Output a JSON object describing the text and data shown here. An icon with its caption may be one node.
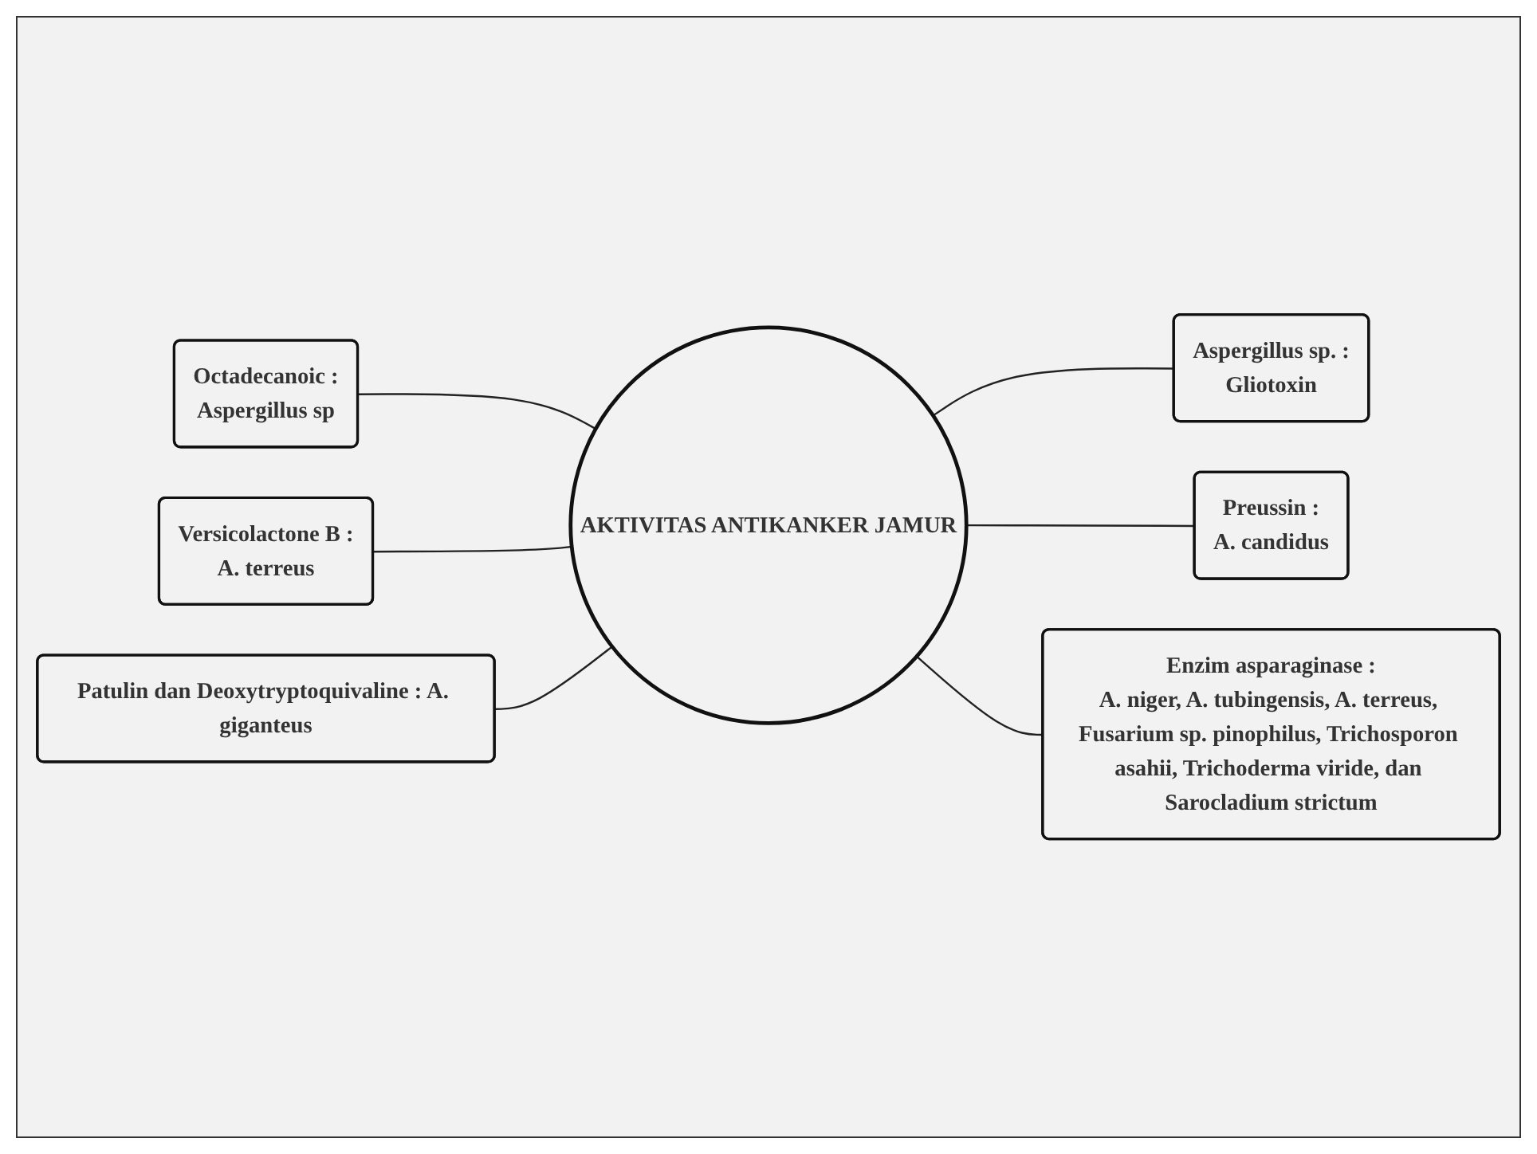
{
  "diagram": {
    "nodes": [
      {
        "text": [
          "AKTIVITAS ANTIKANKER JAMUR"
        ]
      },
      {
        "text": [
          "Octadecanoic :",
          "Aspergillus sp"
        ]
      },
      {
        "text": [
          "Aspergillus sp. :",
          "Gliotoxin"
        ]
      },
      {
        "text": [
          "Versicolactone B :",
          "A. terreus"
        ]
      },
      {
        "text": [
          "Preussin :",
          "A. candidus"
        ]
      },
      {
        "text": [
          "Patulin dan Deoxytryptoquivaline : A. giganteus"
        ]
      },
      {
        "text": [
          "Enzim asparaginase :",
          "A. niger, A. tubingensis, A. terreus, Fusarium sp. pinophilus, Trichosporon asahii, Trichoderma viride, dan Sarocladium strictum"
        ]
      }
    ],
    "edges": [
      {
        "from": 1,
        "to": 0,
        "arrow": "none"
      },
      {
        "from": 0,
        "to": 2,
        "arrow": "none"
      },
      {
        "from": 3,
        "to": 0,
        "arrow": "none"
      },
      {
        "from": 0,
        "to": 4,
        "arrow": "none"
      },
      {
        "from": 5,
        "to": 0,
        "arrow": "none"
      },
      {
        "from": 0,
        "to": 6,
        "arrow": "none"
      }
    ]
  }
}
